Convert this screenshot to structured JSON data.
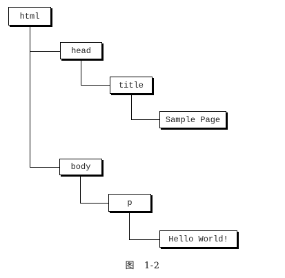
{
  "nodes": {
    "html": "html",
    "head": "head",
    "title": "title",
    "sample_page": "Sample Page",
    "body": "body",
    "p": "p",
    "hello_world": "Hello World!"
  },
  "caption": {
    "prefix": "图",
    "number": "1-2"
  }
}
